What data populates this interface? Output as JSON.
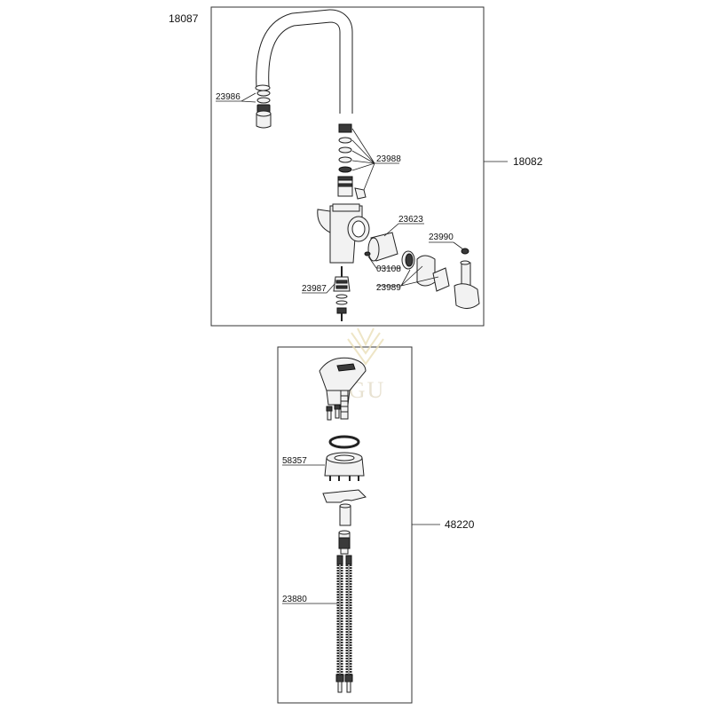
{
  "diagram": {
    "top_assembly": {
      "model_number": "18087",
      "assembly_label": "18082",
      "parts": [
        "23986",
        "23988",
        "23623",
        "23990",
        "03108",
        "23989",
        "23987"
      ]
    },
    "bottom_assembly": {
      "assembly_label": "48220",
      "parts": [
        "58357",
        "23880"
      ]
    },
    "watermark": {
      "brand": "KGU"
    }
  }
}
